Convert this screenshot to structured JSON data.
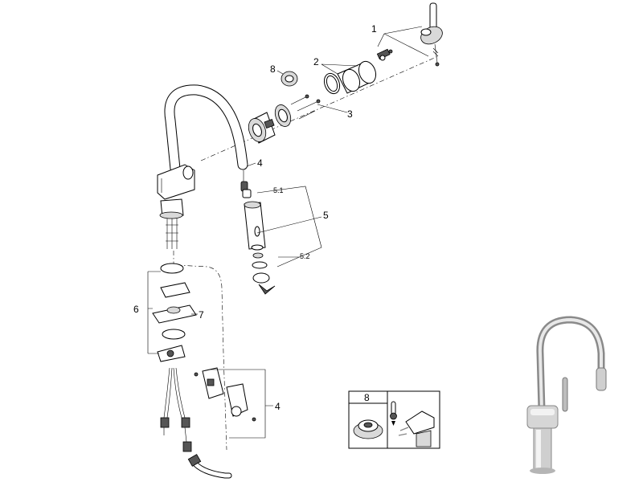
{
  "callouts": {
    "c1": "1",
    "c2": "2",
    "c3": "3",
    "c4_hose": "4",
    "c4_bracket": "4",
    "c5": "5",
    "c5_1": "5.1",
    "c5_2": "5.2",
    "c6": "6",
    "c7": "7",
    "c8": "8"
  },
  "inset": {
    "label": "8"
  },
  "icons": [
    "handle-icon",
    "cartridge-icon",
    "spout-icon",
    "sprayhead-icon",
    "thermometer-icon",
    "faucet-photo-icon",
    "lever-icon",
    "temperature-limiter-icon"
  ]
}
